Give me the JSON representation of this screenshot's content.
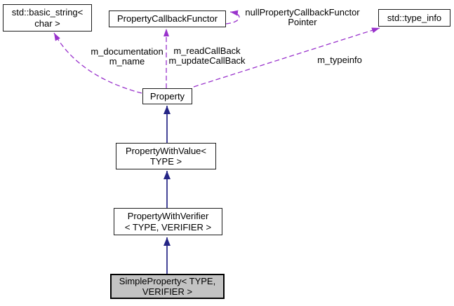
{
  "diagram": {
    "nodes": {
      "basic_string": {
        "label": "std::basic_string<\nchar >"
      },
      "callback_functor": {
        "label": "PropertyCallbackFunctor"
      },
      "type_info": {
        "label": "std::type_info"
      },
      "property": {
        "label": "Property"
      },
      "property_with_value": {
        "label": "PropertyWithValue<\nTYPE >"
      },
      "property_with_verifier": {
        "label": "PropertyWithVerifier\n< TYPE, VERIFIER >"
      },
      "simple_property": {
        "label": "SimpleProperty< TYPE,\nVERIFIER >"
      }
    },
    "edge_labels": {
      "documentation_name": "m_documentation\nm_name",
      "read_update_callback": "m_readCallBack\nm_updateCallBack",
      "null_callback_pointer": "nullPropertyCallbackFunctor\nPointer",
      "typeinfo": "m_typeinfo"
    }
  },
  "colors": {
    "inheritance": "#252586",
    "usage": "#9932cc",
    "node-border": "#1c1c1c",
    "highlight-fill": "#c3c3c3",
    "background": "#ffffff",
    "text": "#000000"
  }
}
